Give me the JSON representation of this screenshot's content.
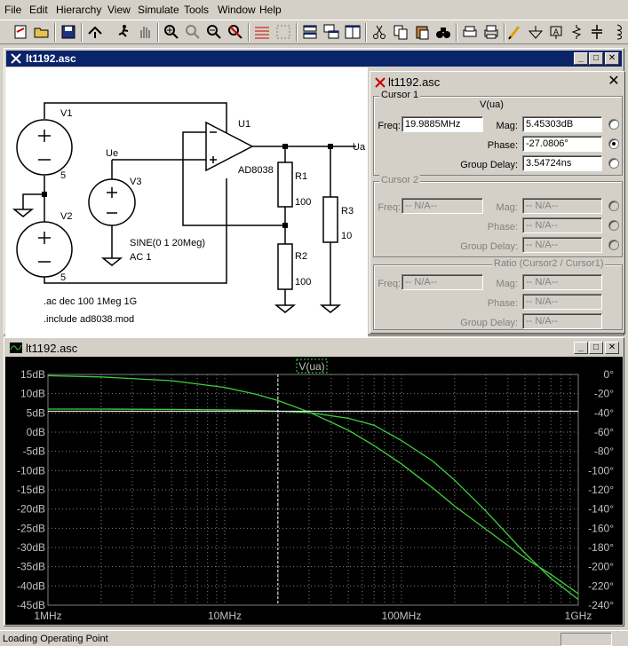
{
  "menu": [
    "File",
    "Edit",
    "Hierarchy",
    "View",
    "Simulate",
    "Tools",
    "Window",
    "Help"
  ],
  "schematic_window": {
    "title": "lt1192.asc",
    "labels": {
      "v1": "V1",
      "v1_val": "5",
      "v2": "V2",
      "v2_val": "5",
      "v3": "V3",
      "v3_val1": "SINE(0 1 20Meg)",
      "v3_val2": "AC 1",
      "ue": "Ue",
      "ua": "Ua",
      "u1": "U1",
      "u1_model": "AD8038",
      "r1": "R1",
      "r1_val": "100",
      "r2": "R2",
      "r2_val": "100",
      "r3": "R3",
      "r3_val": "10",
      "directive_ac": ".ac dec 100 1Meg 1G",
      "directive_inc": ".include ad8038.mod"
    }
  },
  "cursor_panel": {
    "title": "lt1192.asc",
    "close": "✕",
    "cursor1": {
      "legend": "Cursor 1",
      "trace": "V(ua)",
      "freq_label": "Freq:",
      "freq": "19.9885MHz",
      "mag_label": "Mag:",
      "mag": "5.45303dB",
      "phase_label": "Phase:",
      "phase": "-27.0806°",
      "gd_label": "Group Delay:",
      "gd": "3.54724ns"
    },
    "cursor2": {
      "legend": "Cursor 2",
      "freq_label": "Freq:",
      "freq": "-- N/A--",
      "mag_label": "Mag:",
      "mag": "-- N/A--",
      "phase_label": "Phase:",
      "phase": "-- N/A--",
      "gd_label": "Group Delay:",
      "gd": "-- N/A--"
    },
    "ratio": {
      "legend": "Ratio (Cursor2 / Cursor1)",
      "freq_label": "Freq:",
      "freq": "-- N/A--",
      "mag_label": "Mag:",
      "mag": "-- N/A--",
      "phase_label": "Phase:",
      "phase": "-- N/A--",
      "gd_label": "Group Delay:",
      "gd": "-- N/A--"
    }
  },
  "plot_window": {
    "title": "lt1192.asc"
  },
  "chart_data": {
    "type": "line",
    "trace_label": "V(ua)",
    "x_scale": "log",
    "xlim_hz": [
      1000000,
      1000000000
    ],
    "x_ticks": [
      "1MHz",
      "10MHz",
      "100MHz",
      "1GHz"
    ],
    "y_left_ticks": [
      "15dB",
      "10dB",
      "5dB",
      "0dB",
      "-5dB",
      "-10dB",
      "-15dB",
      "-20dB",
      "-25dB",
      "-30dB",
      "-35dB",
      "-40dB",
      "-45dB"
    ],
    "y_left_range_db": [
      -45,
      15
    ],
    "y_right_ticks": [
      "0°",
      "-20°",
      "-40°",
      "-60°",
      "-80°",
      "-100°",
      "-120°",
      "-140°",
      "-160°",
      "-180°",
      "-200°",
      "-220°",
      "-240°"
    ],
    "y_right_range_deg": [
      -240,
      0
    ],
    "cursor1_freq_mhz": 19.9885,
    "cursor1_mag_db": 5.45303,
    "series": [
      {
        "name": "magnitude",
        "unit": "dB",
        "points": [
          [
            1,
            6.0
          ],
          [
            2,
            6.0
          ],
          [
            5,
            5.9
          ],
          [
            10,
            5.8
          ],
          [
            15,
            5.65
          ],
          [
            20,
            5.45
          ],
          [
            30,
            5.1
          ],
          [
            50,
            3.6
          ],
          [
            70,
            1.8
          ],
          [
            100,
            -2.2
          ],
          [
            150,
            -7.5
          ],
          [
            200,
            -12.5
          ],
          [
            300,
            -20.5
          ],
          [
            500,
            -31.5
          ],
          [
            700,
            -38
          ],
          [
            1000,
            -43.5
          ]
        ]
      },
      {
        "name": "phase",
        "unit": "deg",
        "points": [
          [
            1,
            -1.3
          ],
          [
            2,
            -2.6
          ],
          [
            5,
            -6.5
          ],
          [
            10,
            -13.5
          ],
          [
            15,
            -20.5
          ],
          [
            20,
            -27.1
          ],
          [
            30,
            -39
          ],
          [
            50,
            -58
          ],
          [
            70,
            -74
          ],
          [
            100,
            -93
          ],
          [
            150,
            -118
          ],
          [
            200,
            -137
          ],
          [
            300,
            -161
          ],
          [
            500,
            -191
          ],
          [
            700,
            -208
          ],
          [
            1000,
            -228
          ]
        ]
      }
    ],
    "colors": {
      "trace": "#3fcf3f",
      "grid": "#808080",
      "cursor": "#ffffff"
    }
  },
  "status": {
    "text": "Loading Operating Point"
  }
}
